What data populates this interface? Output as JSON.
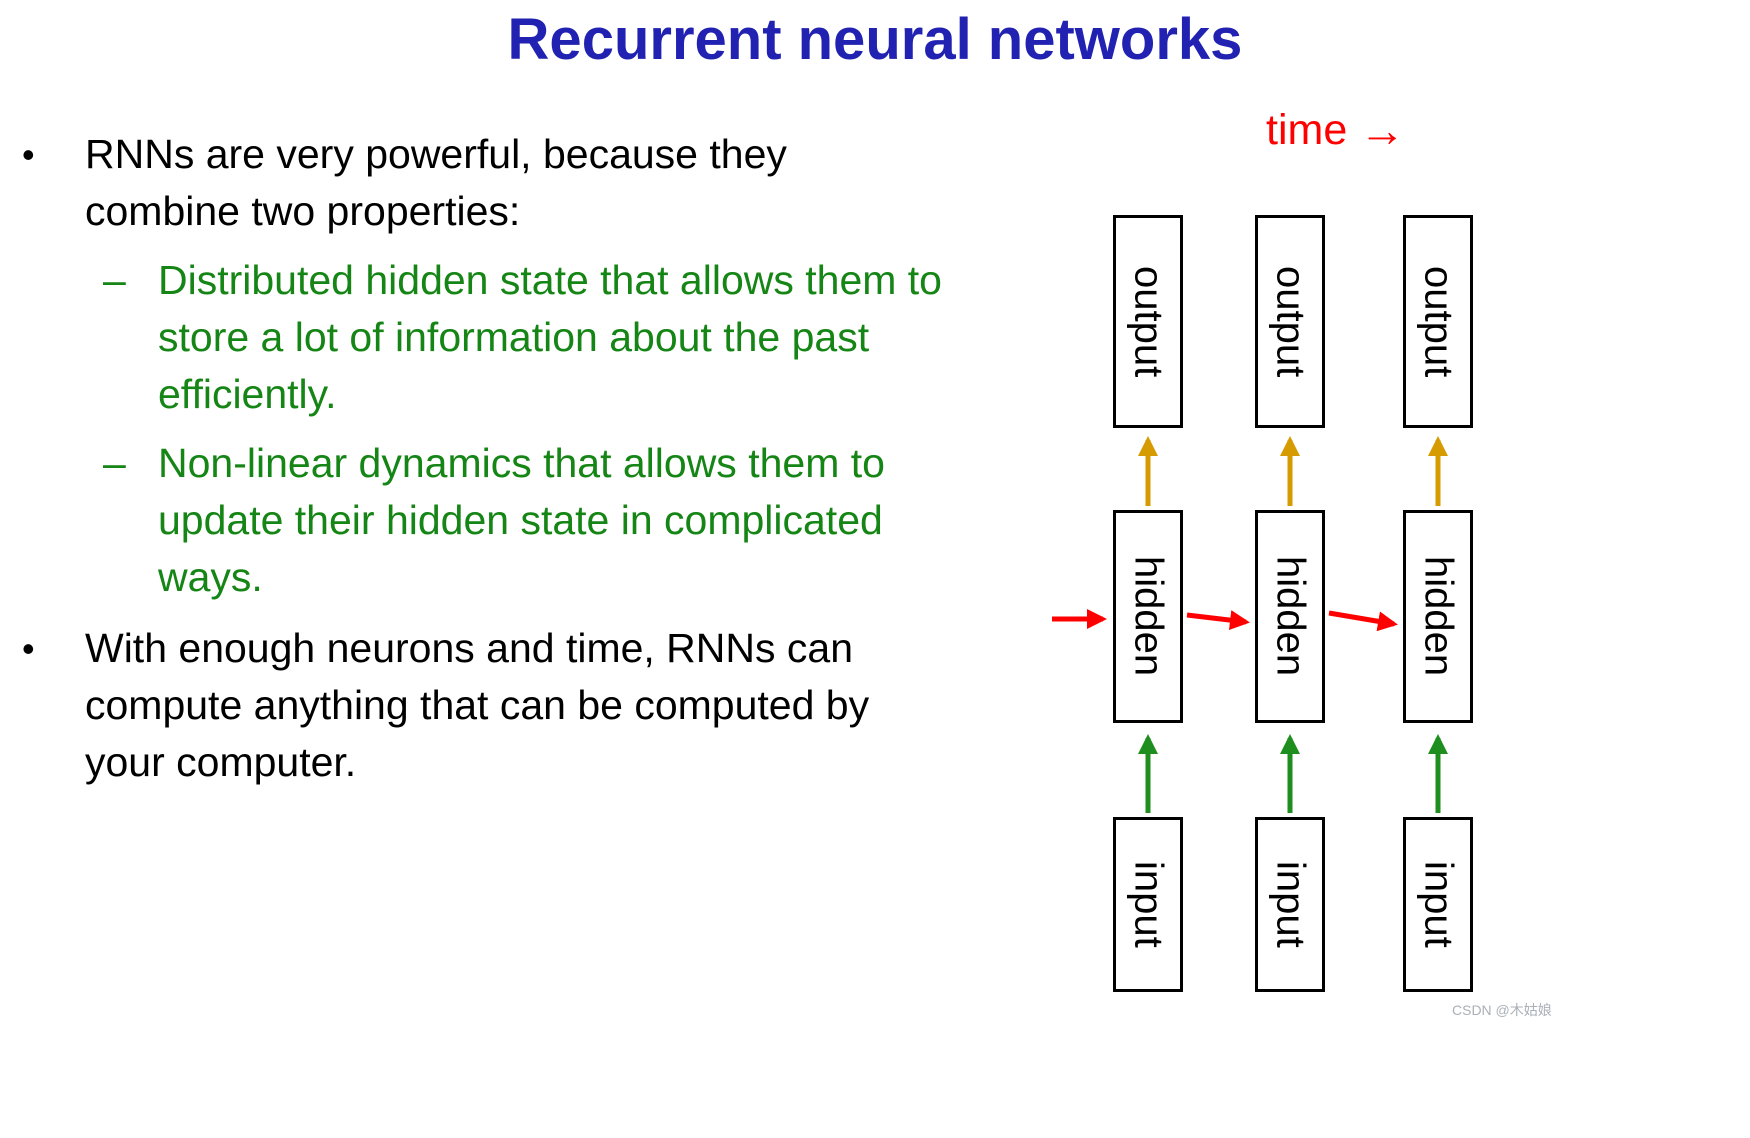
{
  "title": "Recurrent neural networks",
  "bullets": {
    "marker": "•",
    "dash": "–",
    "item1": "RNNs are very powerful, because they combine two properties:",
    "sub1": "Distributed hidden state that allows them to store a lot of information about the past efficiently.",
    "sub2": "Non-linear dynamics that allows them to update their hidden state in complicated ways.",
    "item2": "With enough neurons and time, RNNs can compute anything that can be computed by your computer."
  },
  "diagram": {
    "time_label": "time",
    "time_arrow_icon": "→",
    "columns": [
      {
        "output": "output",
        "hidden": "hidden",
        "input": "input"
      },
      {
        "output": "output",
        "hidden": "hidden",
        "input": "input"
      },
      {
        "output": "output",
        "hidden": "hidden",
        "input": "input"
      }
    ]
  },
  "watermark": "CSDN @木姑娘",
  "colors": {
    "title_blue": "#2222B2",
    "green_text": "#158515",
    "red_arrow": "#FF0000",
    "orange_arrow": "#D59B00",
    "green_arrow": "#1E8E1E"
  }
}
